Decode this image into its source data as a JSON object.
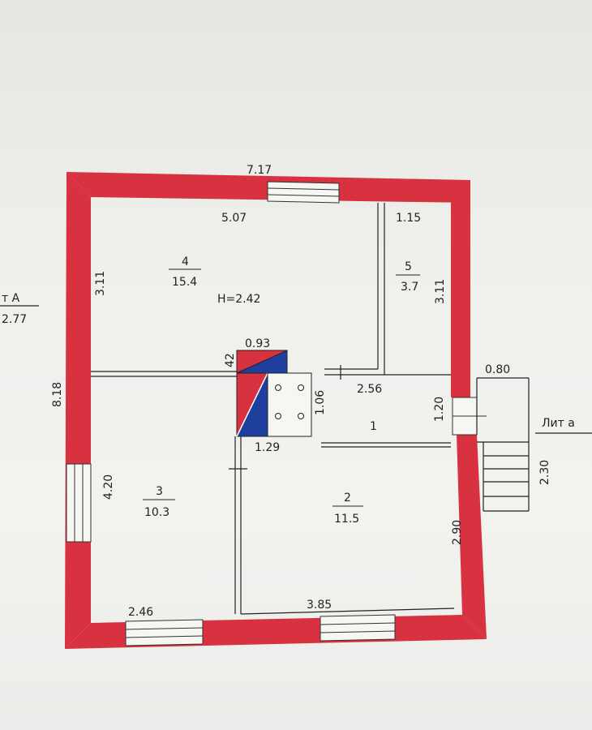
{
  "plan": {
    "colors": {
      "wall": "#d8313f",
      "stove_red": "#d8313f",
      "stove_blue": "#1f3f9e",
      "line": "#222222",
      "paper": "#f0f0ed"
    },
    "outer_label": {
      "top_length": "7.17",
      "left_height": "8.18"
    },
    "left_annex": {
      "label_top": "т А",
      "label_bottom": "2.77"
    },
    "right_annex": {
      "label": "Лит а",
      "width": "0.80",
      "depth": "2.30"
    },
    "ceiling_height": "H=2.42",
    "rooms": [
      {
        "number": "4",
        "area": "15.4"
      },
      {
        "number": "5",
        "area": "3.7"
      },
      {
        "number": "1",
        "area": ""
      },
      {
        "number": "3",
        "area": "10.3"
      },
      {
        "number": "2",
        "area": "11.5"
      }
    ],
    "dimensions": {
      "room4_width": "5.07",
      "room5_width": "1.15",
      "room4_height": "3.11",
      "room5_height": "3.11",
      "stove_width": "0.93",
      "stove_depth": "42",
      "hall_width": "2.56",
      "hall_depth": "1.06",
      "door_width": "1.20",
      "stove_gap": "1.29",
      "room3_height": "4.20",
      "room2_height": "2.90",
      "bottom_left": "2.46",
      "bottom_right": "3.85"
    }
  }
}
